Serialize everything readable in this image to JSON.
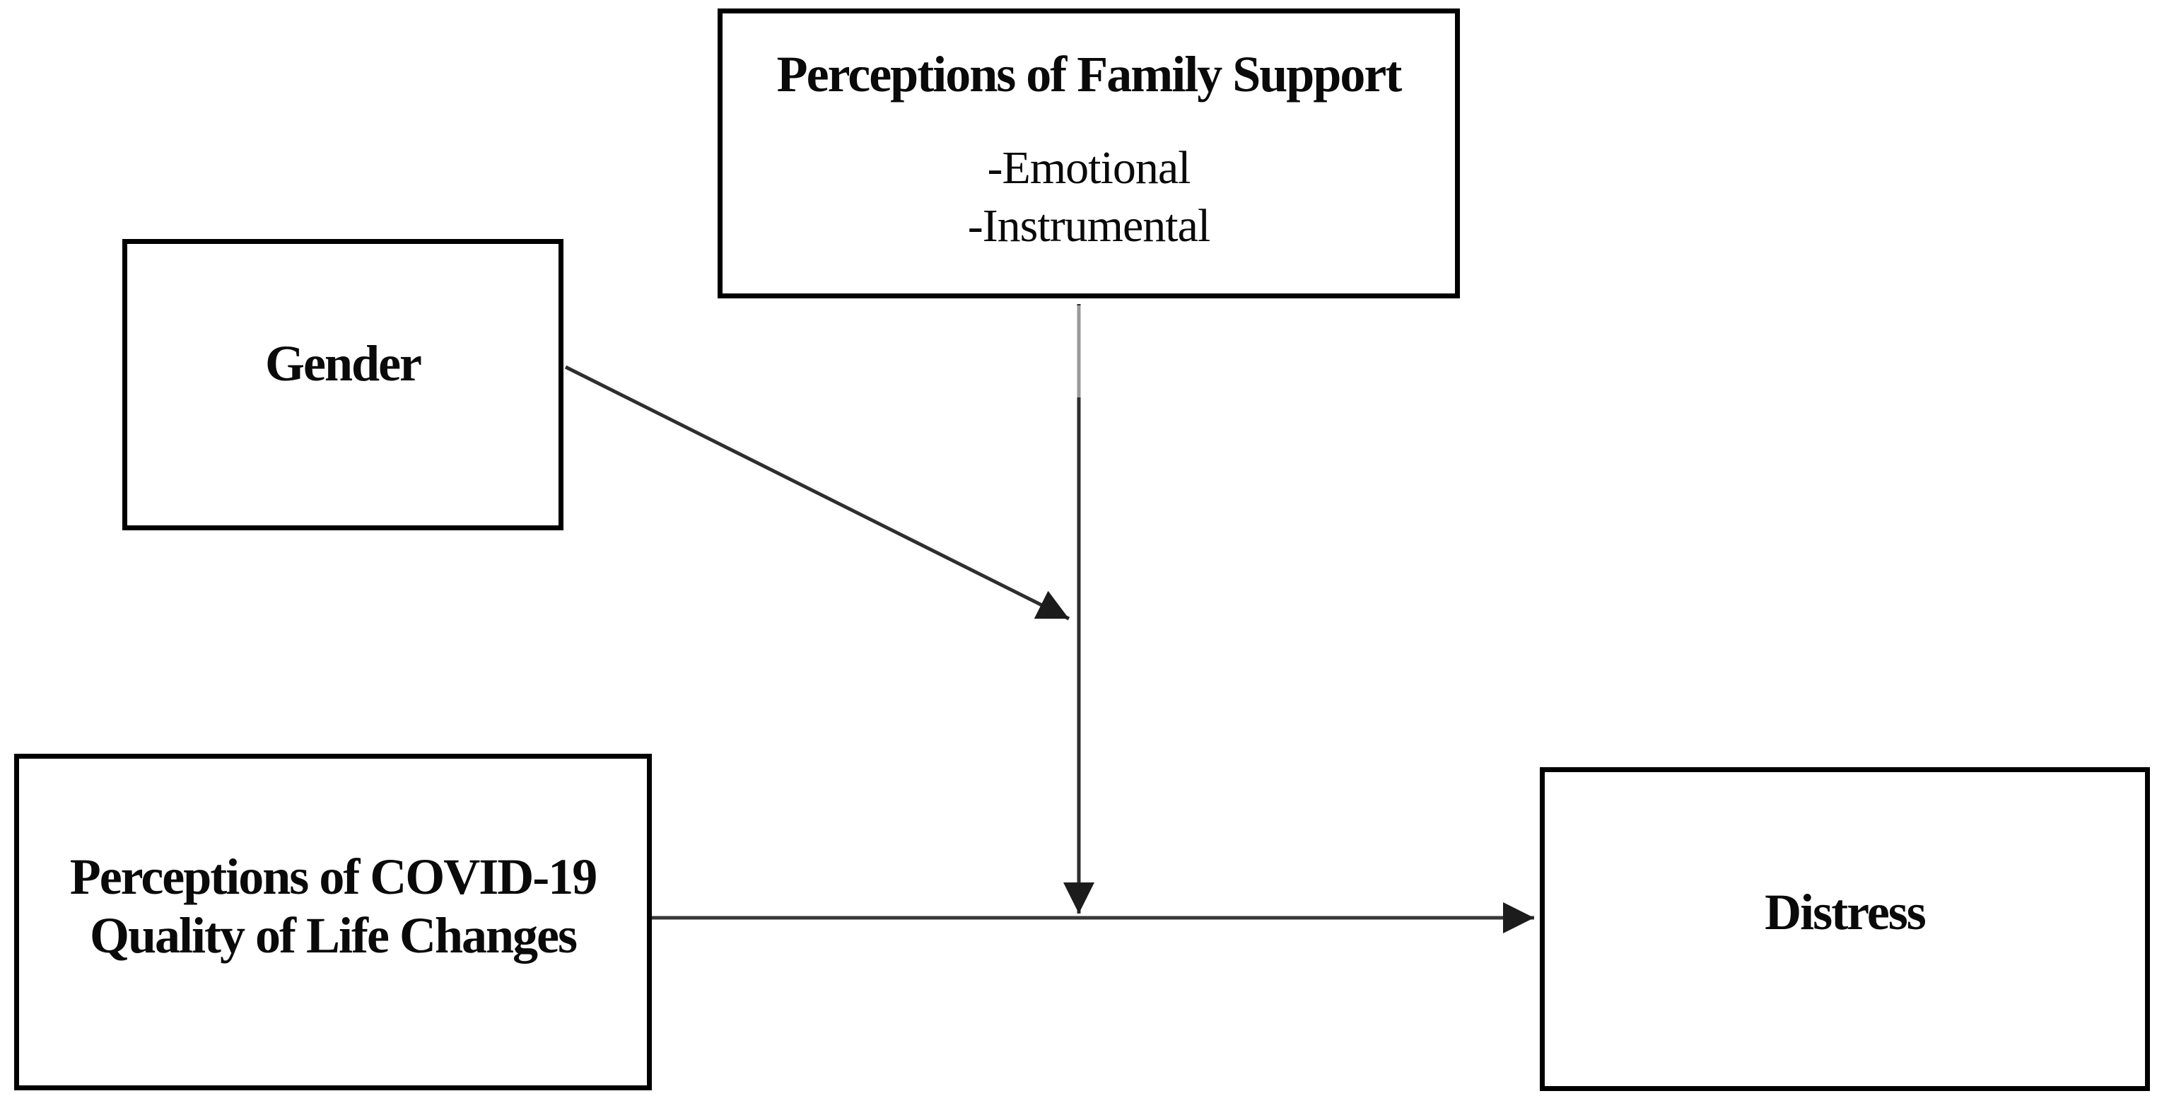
{
  "figure": {
    "type": "path-model-diagram",
    "background": "#ffffff",
    "border_color": "#000000",
    "text_color": "#0a0a0a",
    "arrow_color": "#2e2e2e",
    "arrow_faded_color": "#9a9a9a",
    "nodes": {
      "family_support": {
        "title": "Perceptions of Family Support",
        "items": [
          "-Emotional",
          "-Instrumental"
        ]
      },
      "gender": {
        "title": "Gender"
      },
      "covid_qol": {
        "lines": [
          "Perceptions of COVID-19",
          "Quality of Life Changes"
        ]
      },
      "distress": {
        "title": "Distress"
      }
    },
    "edges": [
      {
        "id": "covid-to-distress",
        "from": "covid_qol",
        "to": "distress",
        "style": "solid-arrow",
        "orientation": "horizontal"
      },
      {
        "id": "family-support-moderates-covid-distress",
        "from": "family_support",
        "to": "covid-to-distress-path",
        "style": "solid-arrow",
        "orientation": "vertical"
      },
      {
        "id": "gender-moderates-family-support",
        "from": "gender",
        "to": "family-support-moderation-path",
        "style": "solid-arrow",
        "orientation": "diagonal"
      }
    ]
  }
}
